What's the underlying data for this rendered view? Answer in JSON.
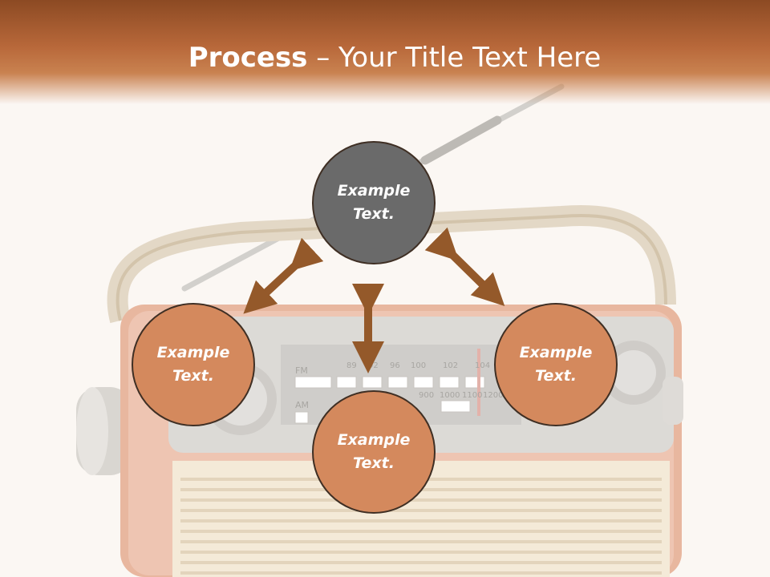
{
  "slide": {
    "title_bold": "Process",
    "title_rest": " – Your Title Text Here"
  },
  "nodes": {
    "top": "Example Text.",
    "left": "Example Text.",
    "right": "Example Text.",
    "bottom": "Example Text."
  },
  "radio": {
    "fm_label": "FM",
    "am_label": "AM",
    "fm_ticks": [
      "89",
      "92",
      "96",
      "100",
      "102",
      "104"
    ],
    "am_ticks": [
      "900",
      "1000",
      "1100",
      "1200"
    ]
  },
  "colors": {
    "header": "#b8683a",
    "node_fill": "#d4895d",
    "center_fill": "#6a6a6a",
    "arrow": "#94592a"
  }
}
